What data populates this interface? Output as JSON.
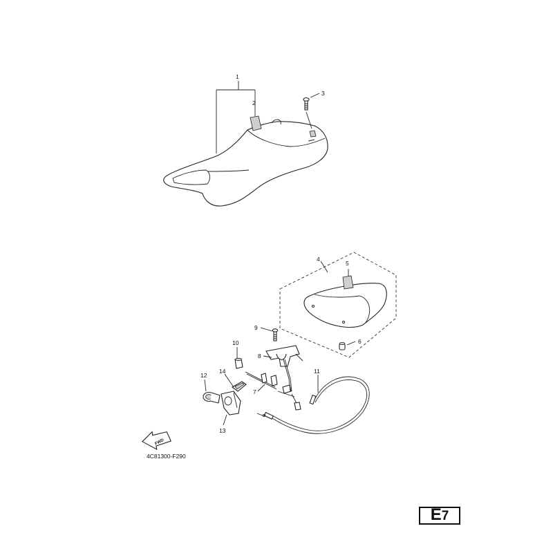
{
  "diagram": {
    "callouts": {
      "c1": "1",
      "c2": "2",
      "c3": "3",
      "c4": "4",
      "c5": "5",
      "c6": "6",
      "c7": "7",
      "c8": "8",
      "c9": "9",
      "c10": "10",
      "c11": "11",
      "c12": "12",
      "c13": "13",
      "c14": "14"
    },
    "fwd_label": "FWD",
    "drawing_code": "4C81300-F290"
  },
  "page_badge": {
    "letter": "E",
    "number": "7"
  }
}
